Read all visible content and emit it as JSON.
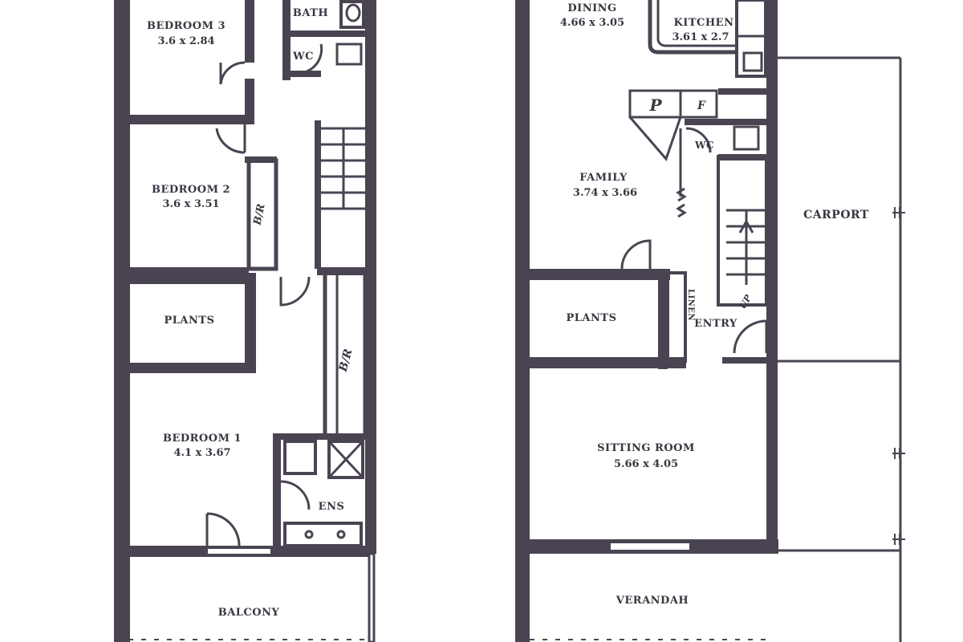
{
  "upper_floor": {
    "bedroom3": {
      "name": "BEDROOM 3",
      "size": "3.6 x 2.84"
    },
    "bath": {
      "name": "BATH"
    },
    "wc": {
      "name": "WC"
    },
    "bedroom2": {
      "name": "BEDROOM 2",
      "size": "3.6 x 3.51"
    },
    "robe_a": {
      "name": "B/R"
    },
    "plants": {
      "name": "PLANTS"
    },
    "robe_b": {
      "name": "B/R"
    },
    "bedroom1": {
      "name": "BEDROOM 1",
      "size": "4.1 x 3.67"
    },
    "ensuite": {
      "name": "ENS"
    },
    "balcony": {
      "name": "BALCONY"
    }
  },
  "ground_floor": {
    "dining": {
      "name": "DINING",
      "size": "4.66 x 3.05"
    },
    "kitchen": {
      "name": "KITCHEN",
      "size": "3.61 x 2.7"
    },
    "pantry_p": {
      "name": "P"
    },
    "pantry_f": {
      "name": "F"
    },
    "wc": {
      "name": "WC"
    },
    "family": {
      "name": "FAMILY",
      "size": "3.74 x 3.66"
    },
    "carport": {
      "name": "CARPORT"
    },
    "plants": {
      "name": "PLANTS"
    },
    "linen": {
      "name": "LINEN"
    },
    "entry": {
      "name": "ENTRY"
    },
    "stair_up": {
      "name": "UP"
    },
    "sitting": {
      "name": "SITTING ROOM",
      "size": "5.66 x 4.05"
    },
    "verandah": {
      "name": "VERANDAH"
    }
  }
}
